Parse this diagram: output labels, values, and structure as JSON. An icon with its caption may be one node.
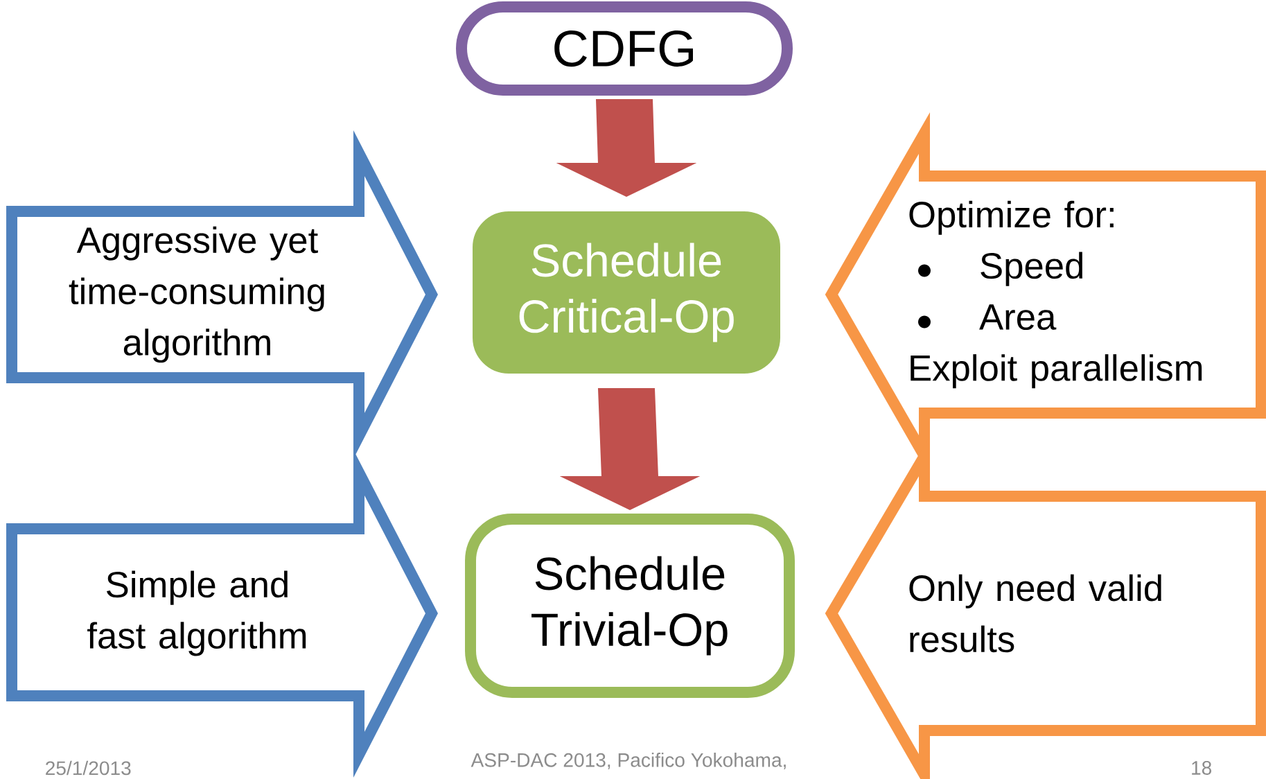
{
  "diagram": {
    "nodes": [
      {
        "text": [
          "CDFG"
        ]
      },
      {
        "text": [
          "Aggressive yet time-consuming algorithm"
        ]
      },
      {
        "text": [
          "Schedule Critical-Op"
        ]
      },
      {
        "text": [
          "Optimize for:",
          "Speed",
          "Area",
          "Exploit parallelism"
        ]
      },
      {
        "text": [
          "Simple and fast algorithm"
        ]
      },
      {
        "text": [
          "Schedule Trivial-Op"
        ]
      },
      {
        "text": [
          "Only need valid results"
        ]
      }
    ],
    "edges": [
      {
        "from": 0,
        "to": 2,
        "arrow": "to"
      },
      {
        "from": 2,
        "to": 5,
        "arrow": "to"
      }
    ],
    "labels": [
      "25/1/2013",
      "ASP-DAC 2013, Pacifico Yokohama,",
      "18"
    ]
  }
}
